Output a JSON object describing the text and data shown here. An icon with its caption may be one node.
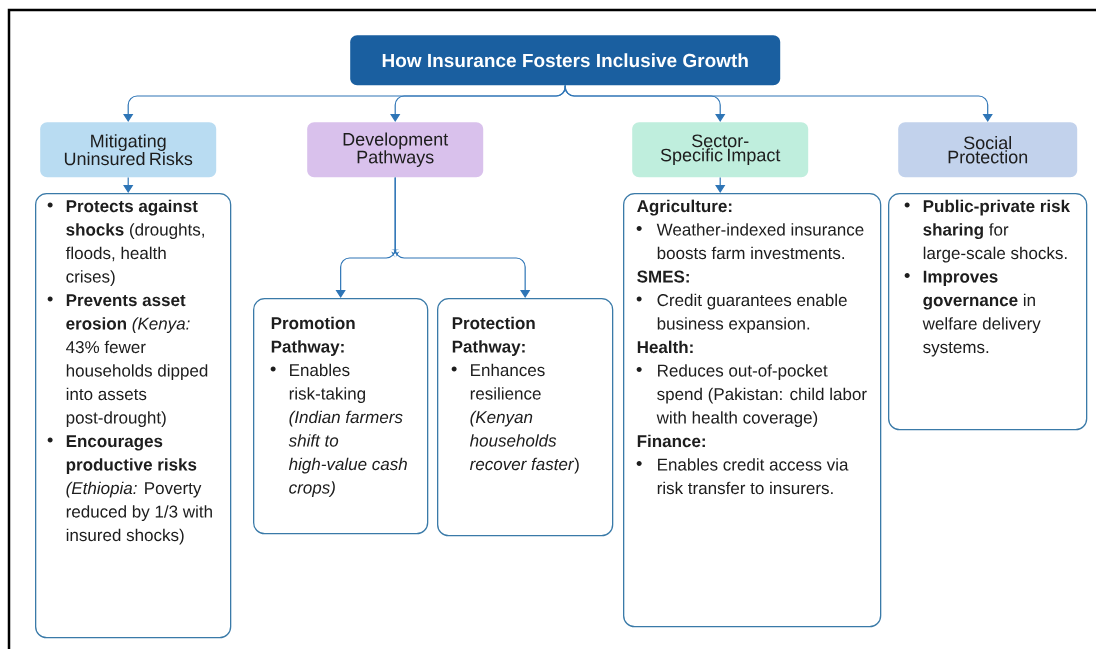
{
  "diagram": {
    "nodes": [
      {
        "text": [
          "How Insurance Fosters Inclusive Growth"
        ]
      },
      {
        "text": [
          "Mitigating Uninsured Risks"
        ]
      },
      {
        "text": [
          "Development Pathways"
        ]
      },
      {
        "text": [
          "Sector-Specific Impact"
        ]
      },
      {
        "text": [
          "Social Protection"
        ]
      },
      {
        "text": [
          "**Protects against shocks** (droughts, floods, health crises)",
          "**Prevents asset erosion** *(Kenya:* 43% fewer households dipped into assets post-drought)",
          "**Encourages productive risks** *(Ethiopia:* Poverty reduced by 1/3 with insured shocks)"
        ]
      },
      {
        "text": [
          "Promotion Pathway:",
          "Enables risk-taking *(Indian farmers shift to high-value cash crops)*"
        ]
      },
      {
        "text": [
          "Protection Pathway:",
          "Enhances resilience *(Kenyan households recover faster*)"
        ]
      },
      {
        "text": [
          "Agriculture:",
          "Weather-indexed insurance boosts farm investments.",
          "SMES:",
          "Credit guarantees enable business expansion.",
          "Health:",
          "Reduces out-of-pocket spend (Pakistan: child labor with health coverage)",
          "Finance:",
          "Enables credit access via risk transfer to insurers."
        ]
      },
      {
        "text": [
          "**Public-private risk sharing** for large-scale shocks.",
          "**Improves governance** in welfare delivery systems."
        ]
      }
    ],
    "edges": [
      {
        "from": 0,
        "to": 1,
        "arrow": "to"
      },
      {
        "from": 0,
        "to": 2,
        "arrow": "to"
      },
      {
        "from": 0,
        "to": 3,
        "arrow": "to"
      },
      {
        "from": 0,
        "to": 4,
        "arrow": "to"
      },
      {
        "from": 1,
        "to": 5,
        "arrow": "to"
      },
      {
        "from": 2,
        "to": 6,
        "arrow": "to"
      },
      {
        "from": 2,
        "to": 7,
        "arrow": "to"
      },
      {
        "from": 3,
        "to": 8,
        "arrow": "to"
      }
    ]
  }
}
